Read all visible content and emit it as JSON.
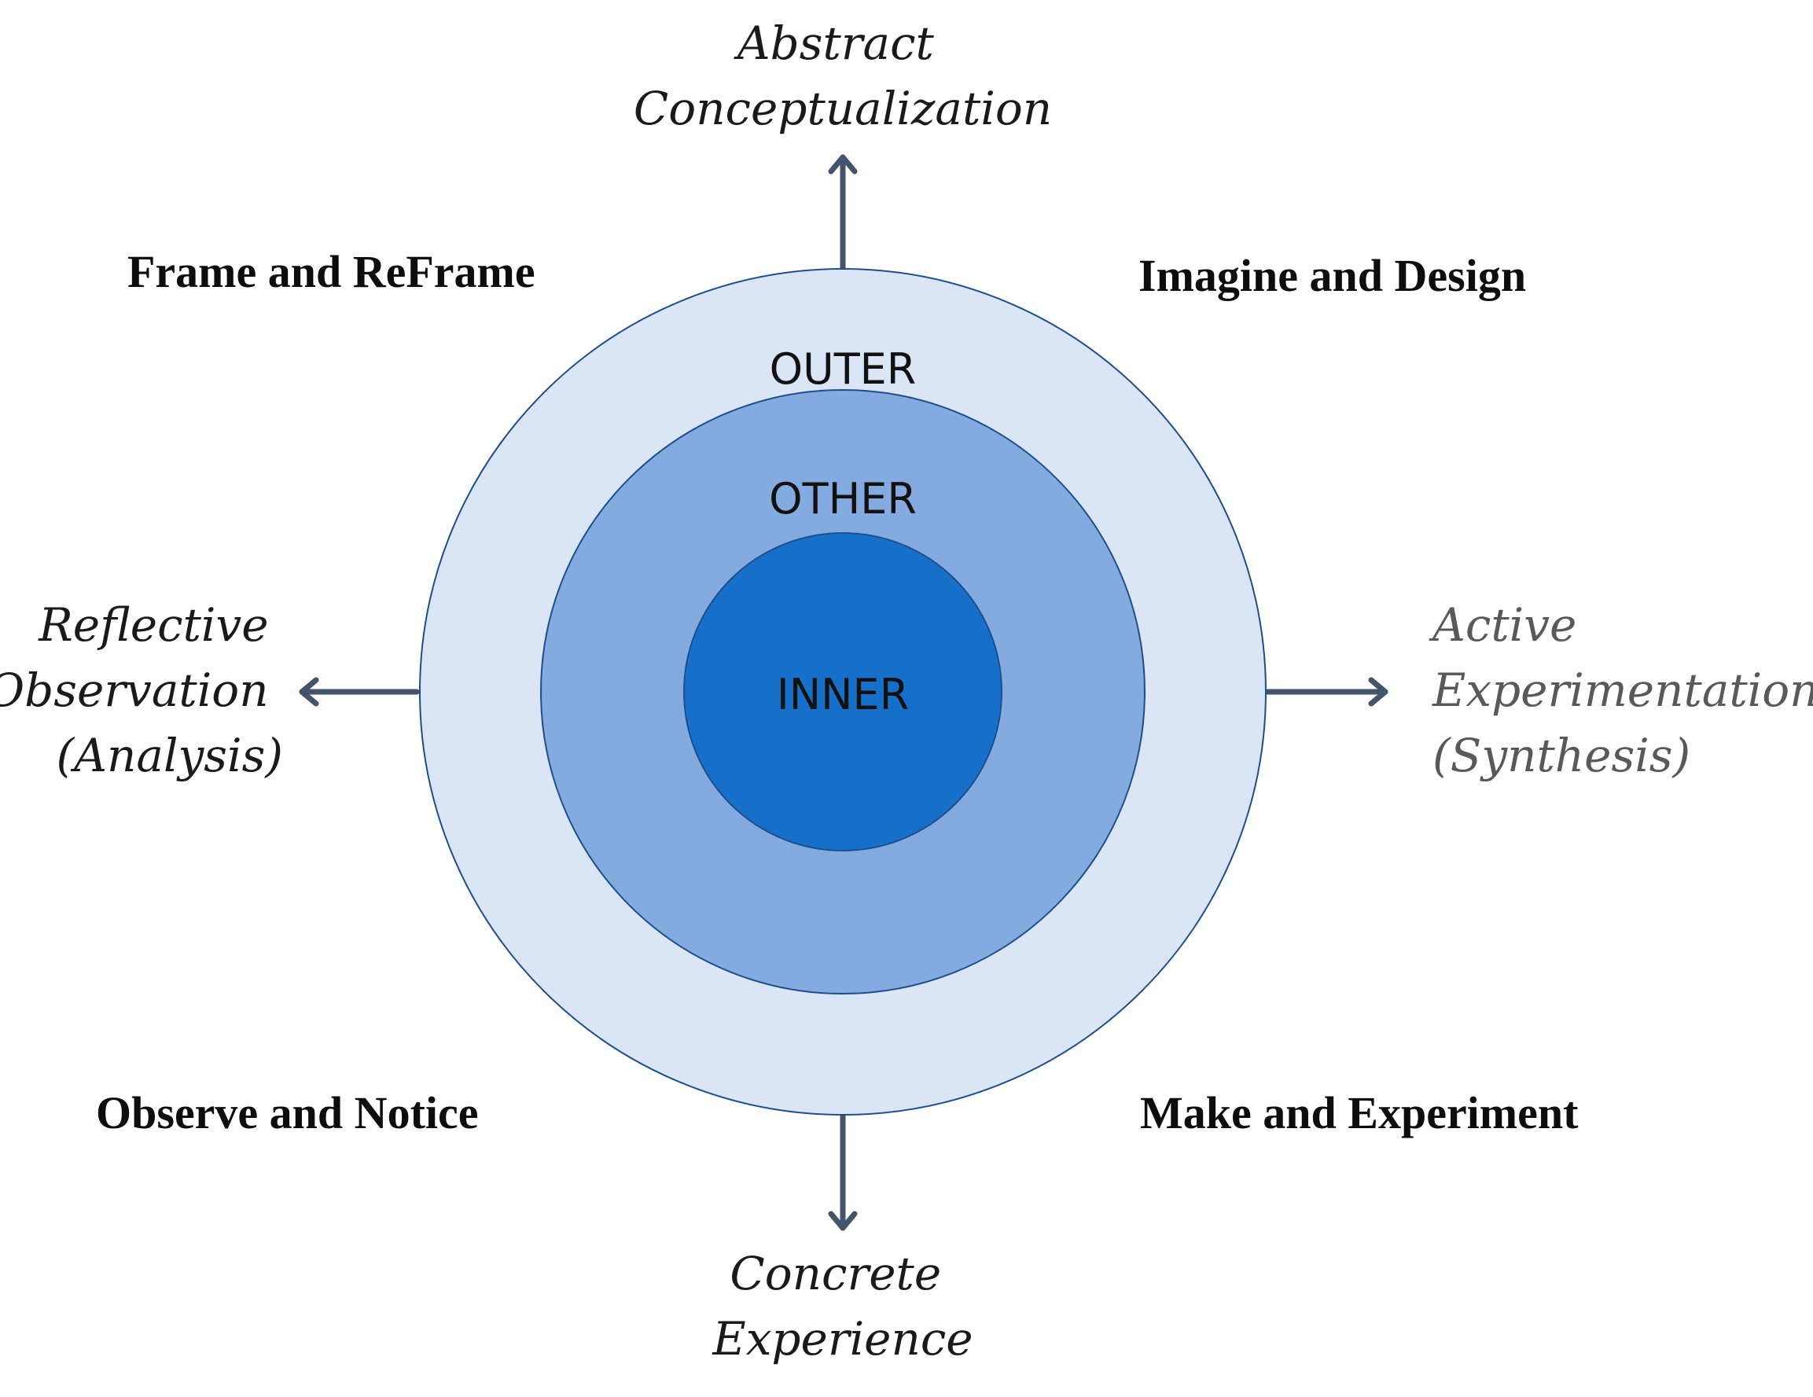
{
  "diagram": {
    "axes": {
      "top": [
        "Abstract",
        "Conceptualization"
      ],
      "left": [
        "Reflective",
        "Observation",
        "(Analysis)"
      ],
      "right": [
        "Active",
        "Experimentation",
        "(Synthesis)"
      ],
      "bottom": [
        "Concrete",
        "Experience"
      ]
    },
    "quadrants": {
      "top_left": "Frame and ReFrame",
      "top_right": "Imagine and Design",
      "bottom_left": "Observe and Notice",
      "bottom_right": "Make and Experiment"
    },
    "rings": {
      "outer": "OUTER",
      "other": "OTHER",
      "inner": "INNER"
    },
    "colors": {
      "outer_ring": "#dae5f5",
      "other_ring": "#84abe0",
      "inner_ring": "#1670c9",
      "ring_stroke": "#1f4e8c",
      "arrow": "#44546a"
    }
  }
}
